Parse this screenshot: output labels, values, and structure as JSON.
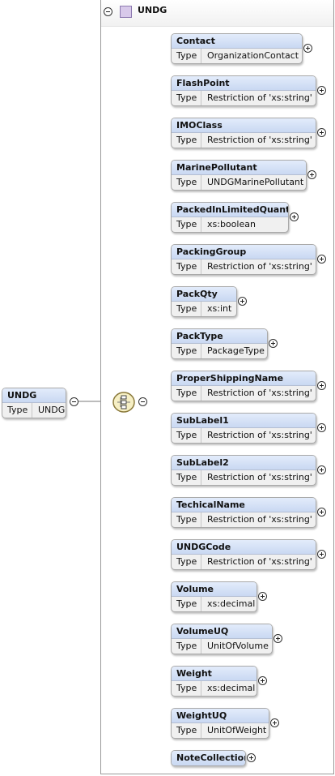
{
  "root": {
    "name": "UNDG",
    "type_label": "Type",
    "type_value": "UNDG"
  },
  "complex_type": {
    "title": "UNDG",
    "compositor_icon": "sequence-compositor-icon"
  },
  "elements": [
    {
      "name": "Contact",
      "type_label": "Type",
      "type_value": "OrganizationContact"
    },
    {
      "name": "FlashPoint",
      "type_label": "Type",
      "type_value": "Restriction of 'xs:string'"
    },
    {
      "name": "IMOClass",
      "type_label": "Type",
      "type_value": "Restriction of 'xs:string'"
    },
    {
      "name": "MarinePollutant",
      "type_label": "Type",
      "type_value": "UNDGMarinePollutant"
    },
    {
      "name": "PackedInLimitedQuantity",
      "type_label": "Type",
      "type_value": "xs:boolean"
    },
    {
      "name": "PackingGroup",
      "type_label": "Type",
      "type_value": "Restriction of 'xs:string'"
    },
    {
      "name": "PackQty",
      "type_label": "Type",
      "type_value": "xs:int"
    },
    {
      "name": "PackType",
      "type_label": "Type",
      "type_value": "PackageType"
    },
    {
      "name": "ProperShippingName",
      "type_label": "Type",
      "type_value": "Restriction of 'xs:string'"
    },
    {
      "name": "SubLabel1",
      "type_label": "Type",
      "type_value": "Restriction of 'xs:string'"
    },
    {
      "name": "SubLabel2",
      "type_label": "Type",
      "type_value": "Restriction of 'xs:string'"
    },
    {
      "name": "TechicalName",
      "type_label": "Type",
      "type_value": "Restriction of 'xs:string'"
    },
    {
      "name": "UNDGCode",
      "type_label": "Type",
      "type_value": "Restriction of 'xs:string'"
    },
    {
      "name": "Volume",
      "type_label": "Type",
      "type_value": "xs:decimal"
    },
    {
      "name": "VolumeUQ",
      "type_label": "Type",
      "type_value": "UnitOfVolume"
    },
    {
      "name": "Weight",
      "type_label": "Type",
      "type_value": "xs:decimal"
    },
    {
      "name": "WeightUQ",
      "type_label": "Type",
      "type_value": "UnitOfWeight"
    },
    {
      "name": "NoteCollection"
    }
  ]
}
